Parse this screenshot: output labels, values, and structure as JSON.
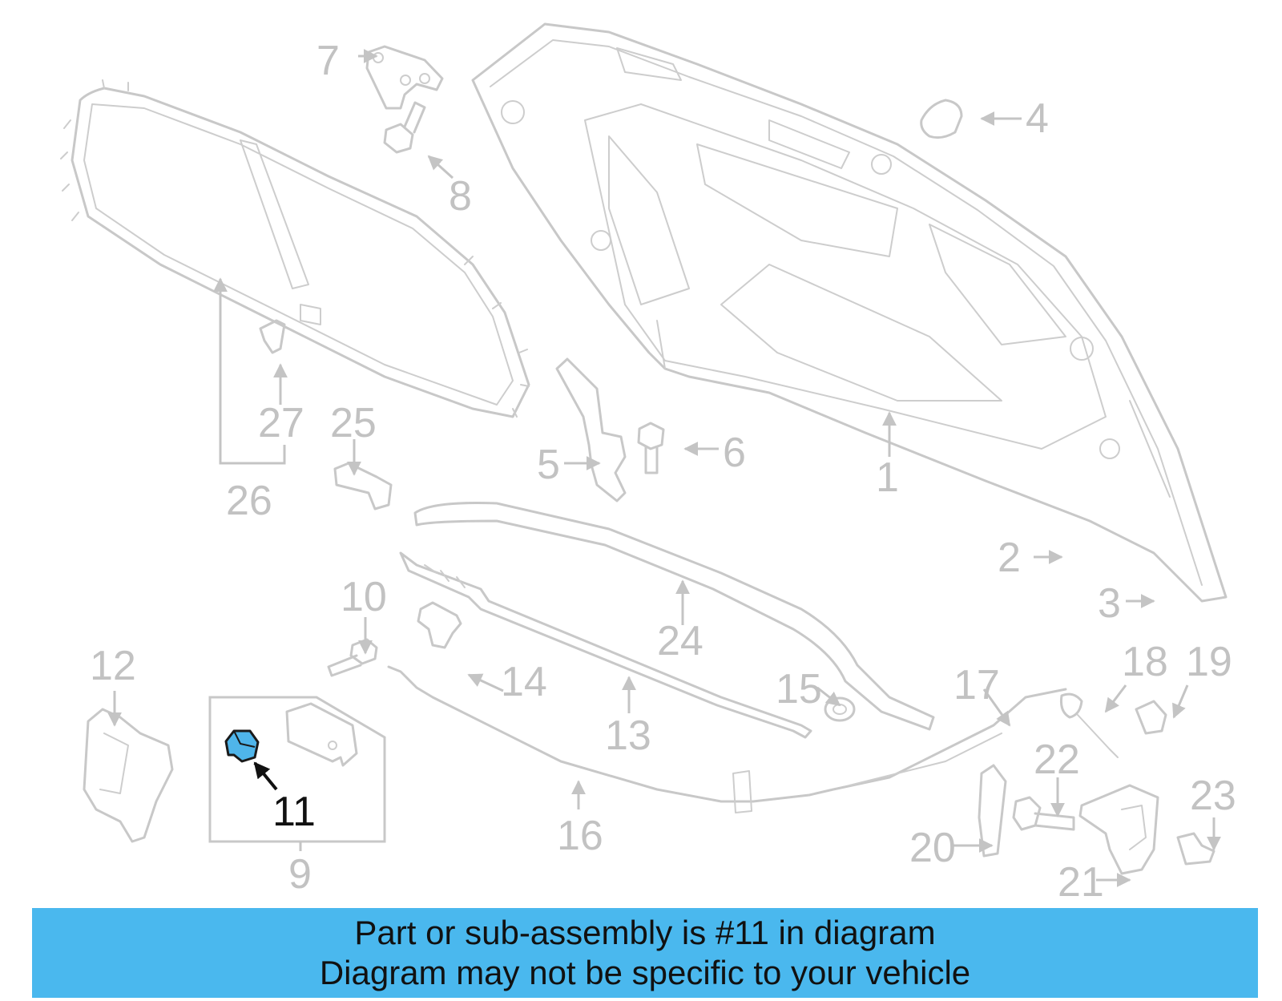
{
  "callouts": {
    "c1": "1",
    "c2": "2",
    "c3": "3",
    "c4": "4",
    "c5": "5",
    "c6": "6",
    "c7": "7",
    "c8": "8",
    "c9": "9",
    "c10": "10",
    "c11": "11",
    "c12": "12",
    "c13": "13",
    "c14": "14",
    "c15": "15",
    "c16": "16",
    "c17": "17",
    "c18": "18",
    "c19": "19",
    "c20": "20",
    "c21": "21",
    "c22": "22",
    "c23": "23",
    "c24": "24",
    "c25": "25",
    "c26": "26",
    "c27": "27"
  },
  "highlighted_part": "11",
  "colors": {
    "highlight": "#4fb5ea",
    "banner": "#4ab8ee",
    "linework": "#c8c8c8"
  },
  "banner": {
    "line1": "Part or sub-assembly is #11 in diagram",
    "line2": "Diagram may not be specific to your vehicle"
  }
}
